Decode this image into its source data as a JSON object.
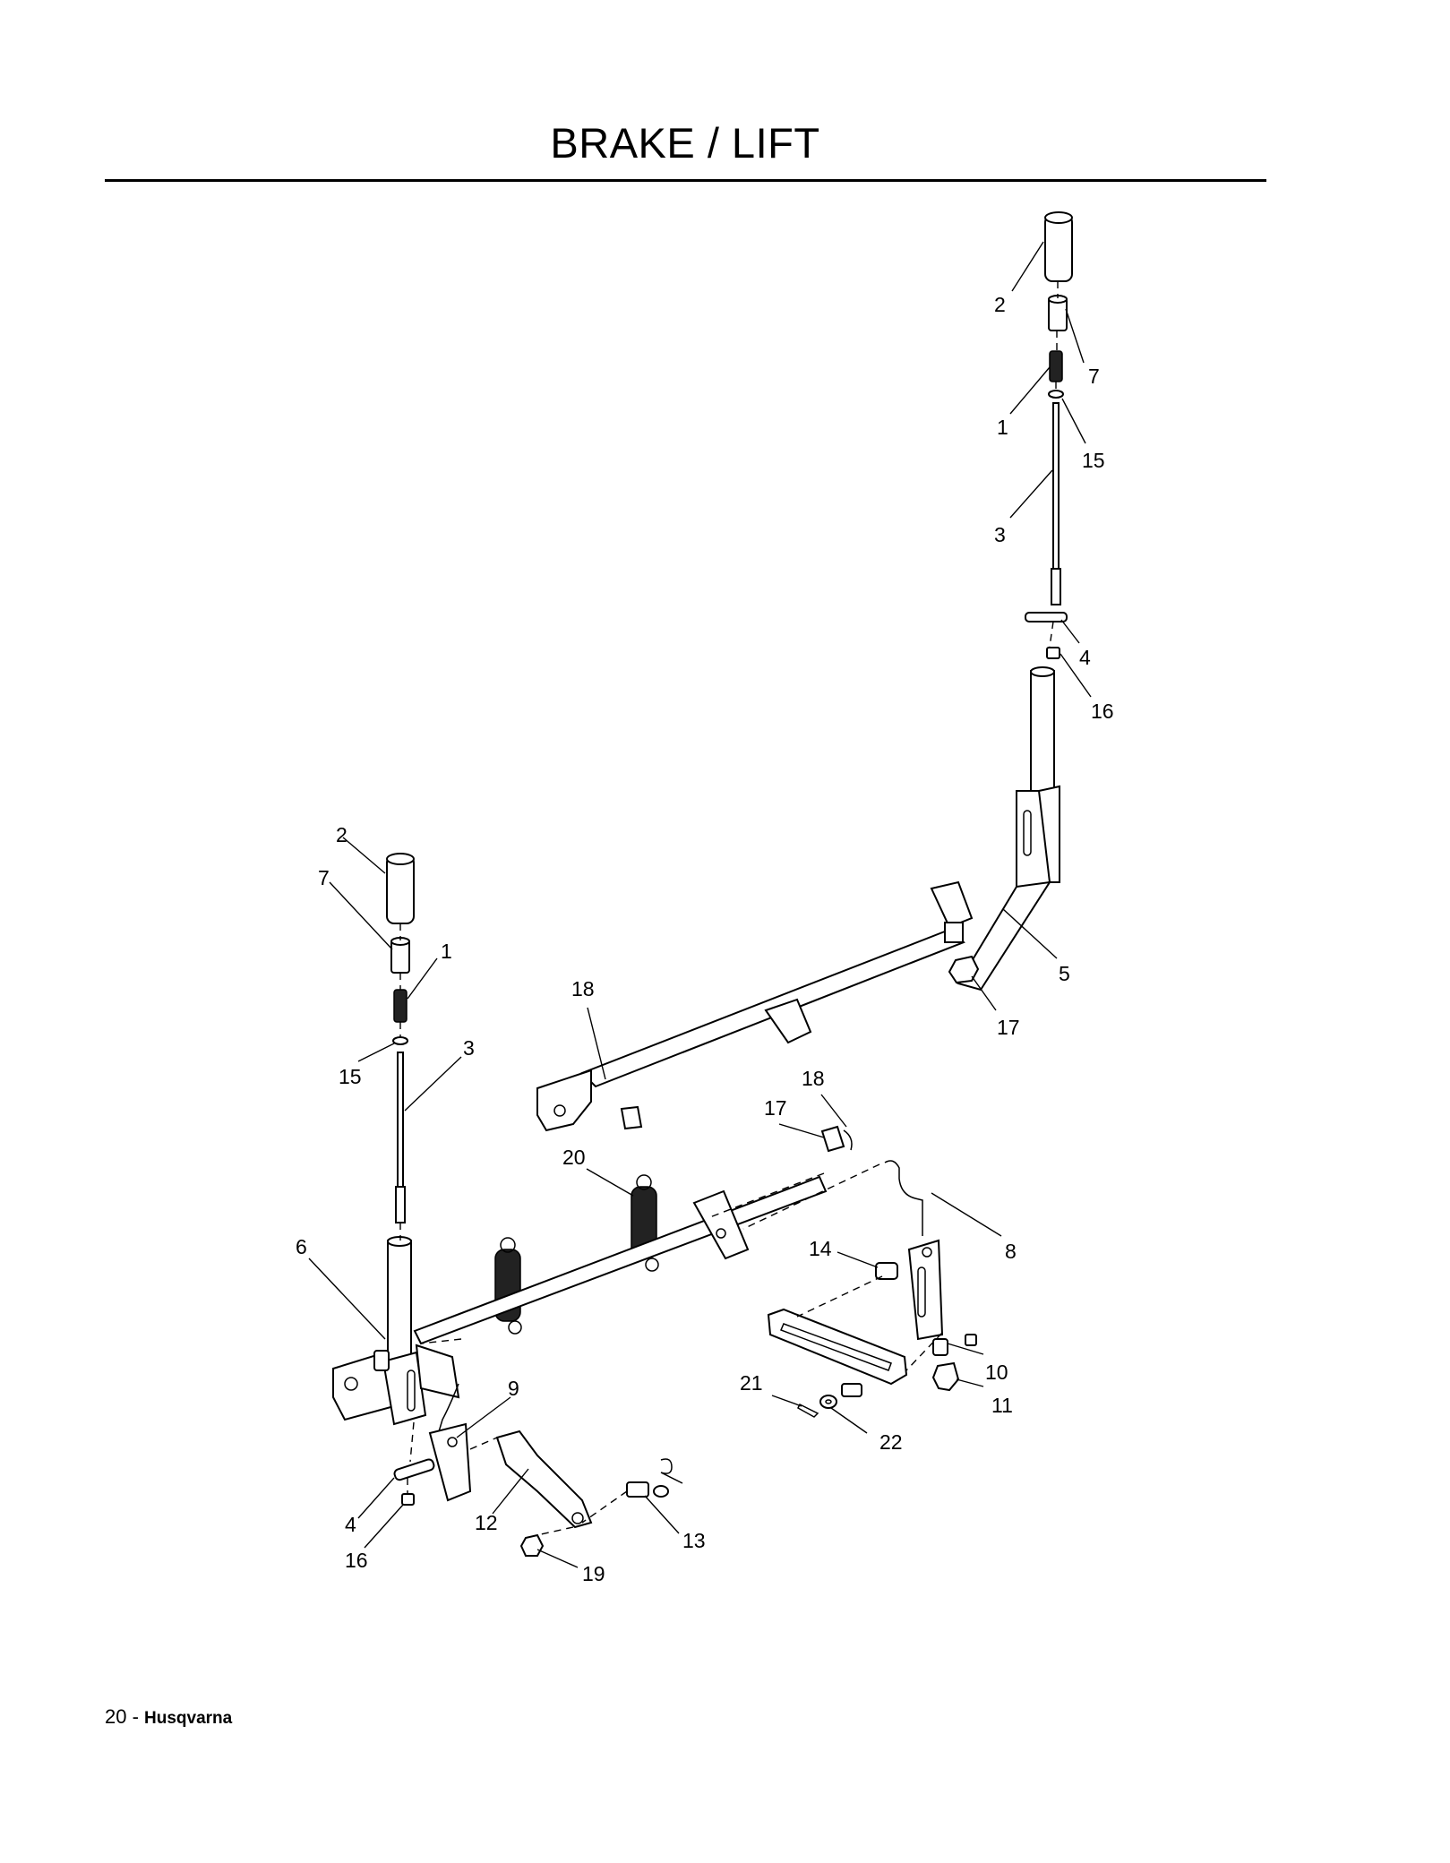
{
  "page": {
    "title": "BRAKE / LIFT",
    "footer_page_number": "20 - ",
    "footer_brand": "Husqvarna"
  },
  "callouts": [
    {
      "id": "c-2-top",
      "label": "2"
    },
    {
      "id": "c-7-top",
      "label": "7"
    },
    {
      "id": "c-1-top",
      "label": "1"
    },
    {
      "id": "c-15-top",
      "label": "15"
    },
    {
      "id": "c-3-top",
      "label": "3"
    },
    {
      "id": "c-4-top",
      "label": "4"
    },
    {
      "id": "c-16-top",
      "label": "16"
    },
    {
      "id": "c-5",
      "label": "5"
    },
    {
      "id": "c-17-right",
      "label": "17"
    },
    {
      "id": "c-18-left",
      "label": "18"
    },
    {
      "id": "c-18-mid",
      "label": "18"
    },
    {
      "id": "c-17-mid",
      "label": "17"
    },
    {
      "id": "c-20",
      "label": "20"
    },
    {
      "id": "c-8",
      "label": "8"
    },
    {
      "id": "c-14",
      "label": "14"
    },
    {
      "id": "c-10",
      "label": "10"
    },
    {
      "id": "c-11",
      "label": "11"
    },
    {
      "id": "c-21",
      "label": "21"
    },
    {
      "id": "c-22",
      "label": "22"
    },
    {
      "id": "c-2-left",
      "label": "2"
    },
    {
      "id": "c-7-left",
      "label": "7"
    },
    {
      "id": "c-1-left",
      "label": "1"
    },
    {
      "id": "c-15-left",
      "label": "15"
    },
    {
      "id": "c-3-left",
      "label": "3"
    },
    {
      "id": "c-6",
      "label": "6"
    },
    {
      "id": "c-9",
      "label": "9"
    },
    {
      "id": "c-4-left",
      "label": "4"
    },
    {
      "id": "c-16-left",
      "label": "16"
    },
    {
      "id": "c-12",
      "label": "12"
    },
    {
      "id": "c-13",
      "label": "13"
    },
    {
      "id": "c-19",
      "label": "19"
    }
  ]
}
